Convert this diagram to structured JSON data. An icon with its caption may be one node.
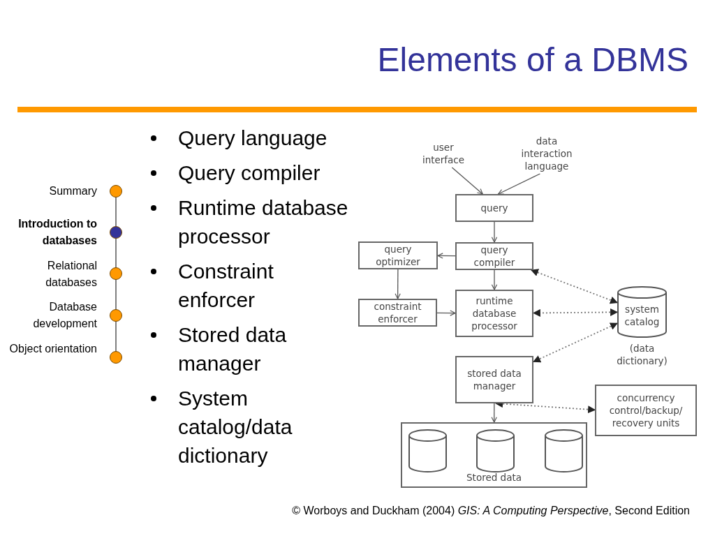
{
  "diagram": {
    "title": "Elements of a DBMS",
    "caption": "© Worboys and Duckham (2004) *GIS: A Computing Perspective*, Second Edition",
    "nodes": [
      {
        "text": [
          "user interface"
        ]
      },
      {
        "text": [
          "data interaction language"
        ]
      },
      {
        "text": [
          "query"
        ]
      },
      {
        "text": [
          "query compiler"
        ]
      },
      {
        "text": [
          "query optimizer"
        ]
      },
      {
        "text": [
          "constraint enforcer"
        ]
      },
      {
        "text": [
          "runtime database processor"
        ]
      },
      {
        "text": [
          "system catalog"
        ],
        "beside": [
          "(data dictionary)"
        ]
      },
      {
        "text": [
          "stored data manager"
        ]
      },
      {
        "text": [
          "concurrency control/backup/ recovery units"
        ]
      },
      {
        "text": [
          "Stored data"
        ]
      },
      {
        "text": [],
        "shape": "cylinder",
        "in": 10
      },
      {
        "text": [],
        "shape": "cylinder",
        "in": 10
      },
      {
        "text": [],
        "shape": "cylinder",
        "in": 10
      }
    ],
    "edges": [
      {
        "from": 0,
        "to": 2,
        "arrow": "to"
      },
      {
        "from": 1,
        "to": 2,
        "arrow": "to"
      },
      {
        "from": 2,
        "to": 3,
        "arrow": "to"
      },
      {
        "from": 3,
        "to": 4,
        "arrow": "to"
      },
      {
        "from": 4,
        "to": 5,
        "arrow": "to"
      },
      {
        "from": 5,
        "to": 6,
        "arrow": "to"
      },
      {
        "from": 3,
        "to": 6,
        "arrow": "to"
      },
      {
        "from": 7,
        "to": 3,
        "arrow": "both",
        "style": "dashed"
      },
      {
        "from": 7,
        "to": 6,
        "arrow": "both",
        "style": "dashed"
      },
      {
        "from": 7,
        "to": 8,
        "arrow": "both",
        "style": "dashed"
      },
      {
        "from": 8,
        "to": 10,
        "arrow": "to"
      },
      {
        "from": 8,
        "to": 9,
        "arrow": "both",
        "style": "dashed"
      }
    ],
    "labels": [
      "Summary",
      "Introduction to databases",
      "Relational databases",
      "Database development",
      "Object orientation",
      "Query language",
      "Query compiler",
      "Runtime database processor",
      "Constraint enforcer",
      "Stored data manager",
      "System catalog/data dictionary"
    ]
  }
}
